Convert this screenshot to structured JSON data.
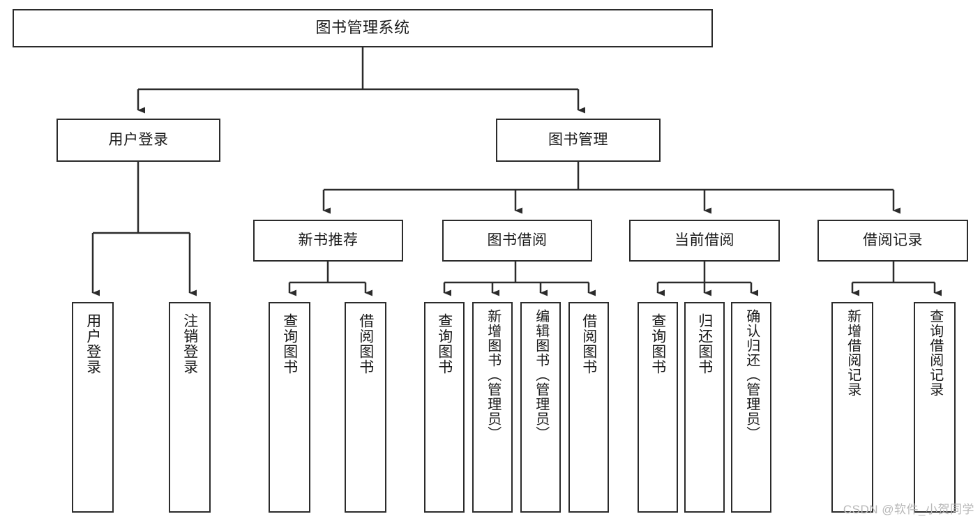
{
  "diagram": {
    "title": "图书管理系统",
    "type": "tree-structure-chart",
    "style": {
      "background": "#ffffff",
      "box_border_color": "#2b2b2b",
      "box_fill": "#ffffff",
      "connector_color": "#2b2b2b",
      "text_color": "#1a1a1a",
      "watermark_color": "#b8b8b8"
    },
    "nodes": {
      "root": {
        "label": "图书管理系统",
        "level": 0
      },
      "user_login": {
        "label": "用户登录",
        "level": 1
      },
      "book_manage": {
        "label": "图书管理",
        "level": 1
      },
      "new_book_rec": {
        "label": "新书推荐",
        "level": 2
      },
      "book_borrow": {
        "label": "图书借阅",
        "level": 2
      },
      "current_borrow": {
        "label": "当前借阅",
        "level": 2
      },
      "borrow_record": {
        "label": "借阅记录",
        "level": 2
      },
      "leaf_user_login": {
        "label": "用户登录",
        "level": 3
      },
      "leaf_logout": {
        "label": "注销登录",
        "level": 3
      },
      "leaf_query_book_a": {
        "label": "查询图书",
        "level": 3
      },
      "leaf_borrow_book_a": {
        "label": "借阅图书",
        "level": 3
      },
      "leaf_query_book_b": {
        "label": "查询图书",
        "level": 3
      },
      "leaf_add_book": {
        "label": "新增图书（管理员）",
        "level": 3
      },
      "leaf_edit_book": {
        "label": "编辑图书（管理员）",
        "level": 3
      },
      "leaf_borrow_book_b": {
        "label": "借阅图书",
        "level": 3
      },
      "leaf_query_book_c": {
        "label": "查询图书",
        "level": 3
      },
      "leaf_return_book": {
        "label": "归还图书",
        "level": 3
      },
      "leaf_confirm_return": {
        "label": "确认归还（管理员）",
        "level": 3
      },
      "leaf_add_record": {
        "label": "新增借阅记录",
        "level": 3
      },
      "leaf_query_record": {
        "label": "查询借阅记录",
        "level": 3
      }
    },
    "edges": [
      {
        "from": "root",
        "to": "user_login"
      },
      {
        "from": "root",
        "to": "book_manage"
      },
      {
        "from": "book_manage",
        "to": "new_book_rec"
      },
      {
        "from": "book_manage",
        "to": "book_borrow"
      },
      {
        "from": "book_manage",
        "to": "current_borrow"
      },
      {
        "from": "book_manage",
        "to": "borrow_record"
      },
      {
        "from": "user_login",
        "to": "leaf_user_login"
      },
      {
        "from": "user_login",
        "to": "leaf_logout"
      },
      {
        "from": "new_book_rec",
        "to": "leaf_query_book_a"
      },
      {
        "from": "new_book_rec",
        "to": "leaf_borrow_book_a"
      },
      {
        "from": "book_borrow",
        "to": "leaf_query_book_b"
      },
      {
        "from": "book_borrow",
        "to": "leaf_add_book"
      },
      {
        "from": "book_borrow",
        "to": "leaf_edit_book"
      },
      {
        "from": "book_borrow",
        "to": "leaf_borrow_book_b"
      },
      {
        "from": "current_borrow",
        "to": "leaf_query_book_c"
      },
      {
        "from": "current_borrow",
        "to": "leaf_return_book"
      },
      {
        "from": "current_borrow",
        "to": "leaf_confirm_return"
      },
      {
        "from": "borrow_record",
        "to": "leaf_add_record"
      },
      {
        "from": "borrow_record",
        "to": "leaf_query_record"
      }
    ]
  },
  "watermark": {
    "text": "CSDN @软件_小贺同学"
  }
}
